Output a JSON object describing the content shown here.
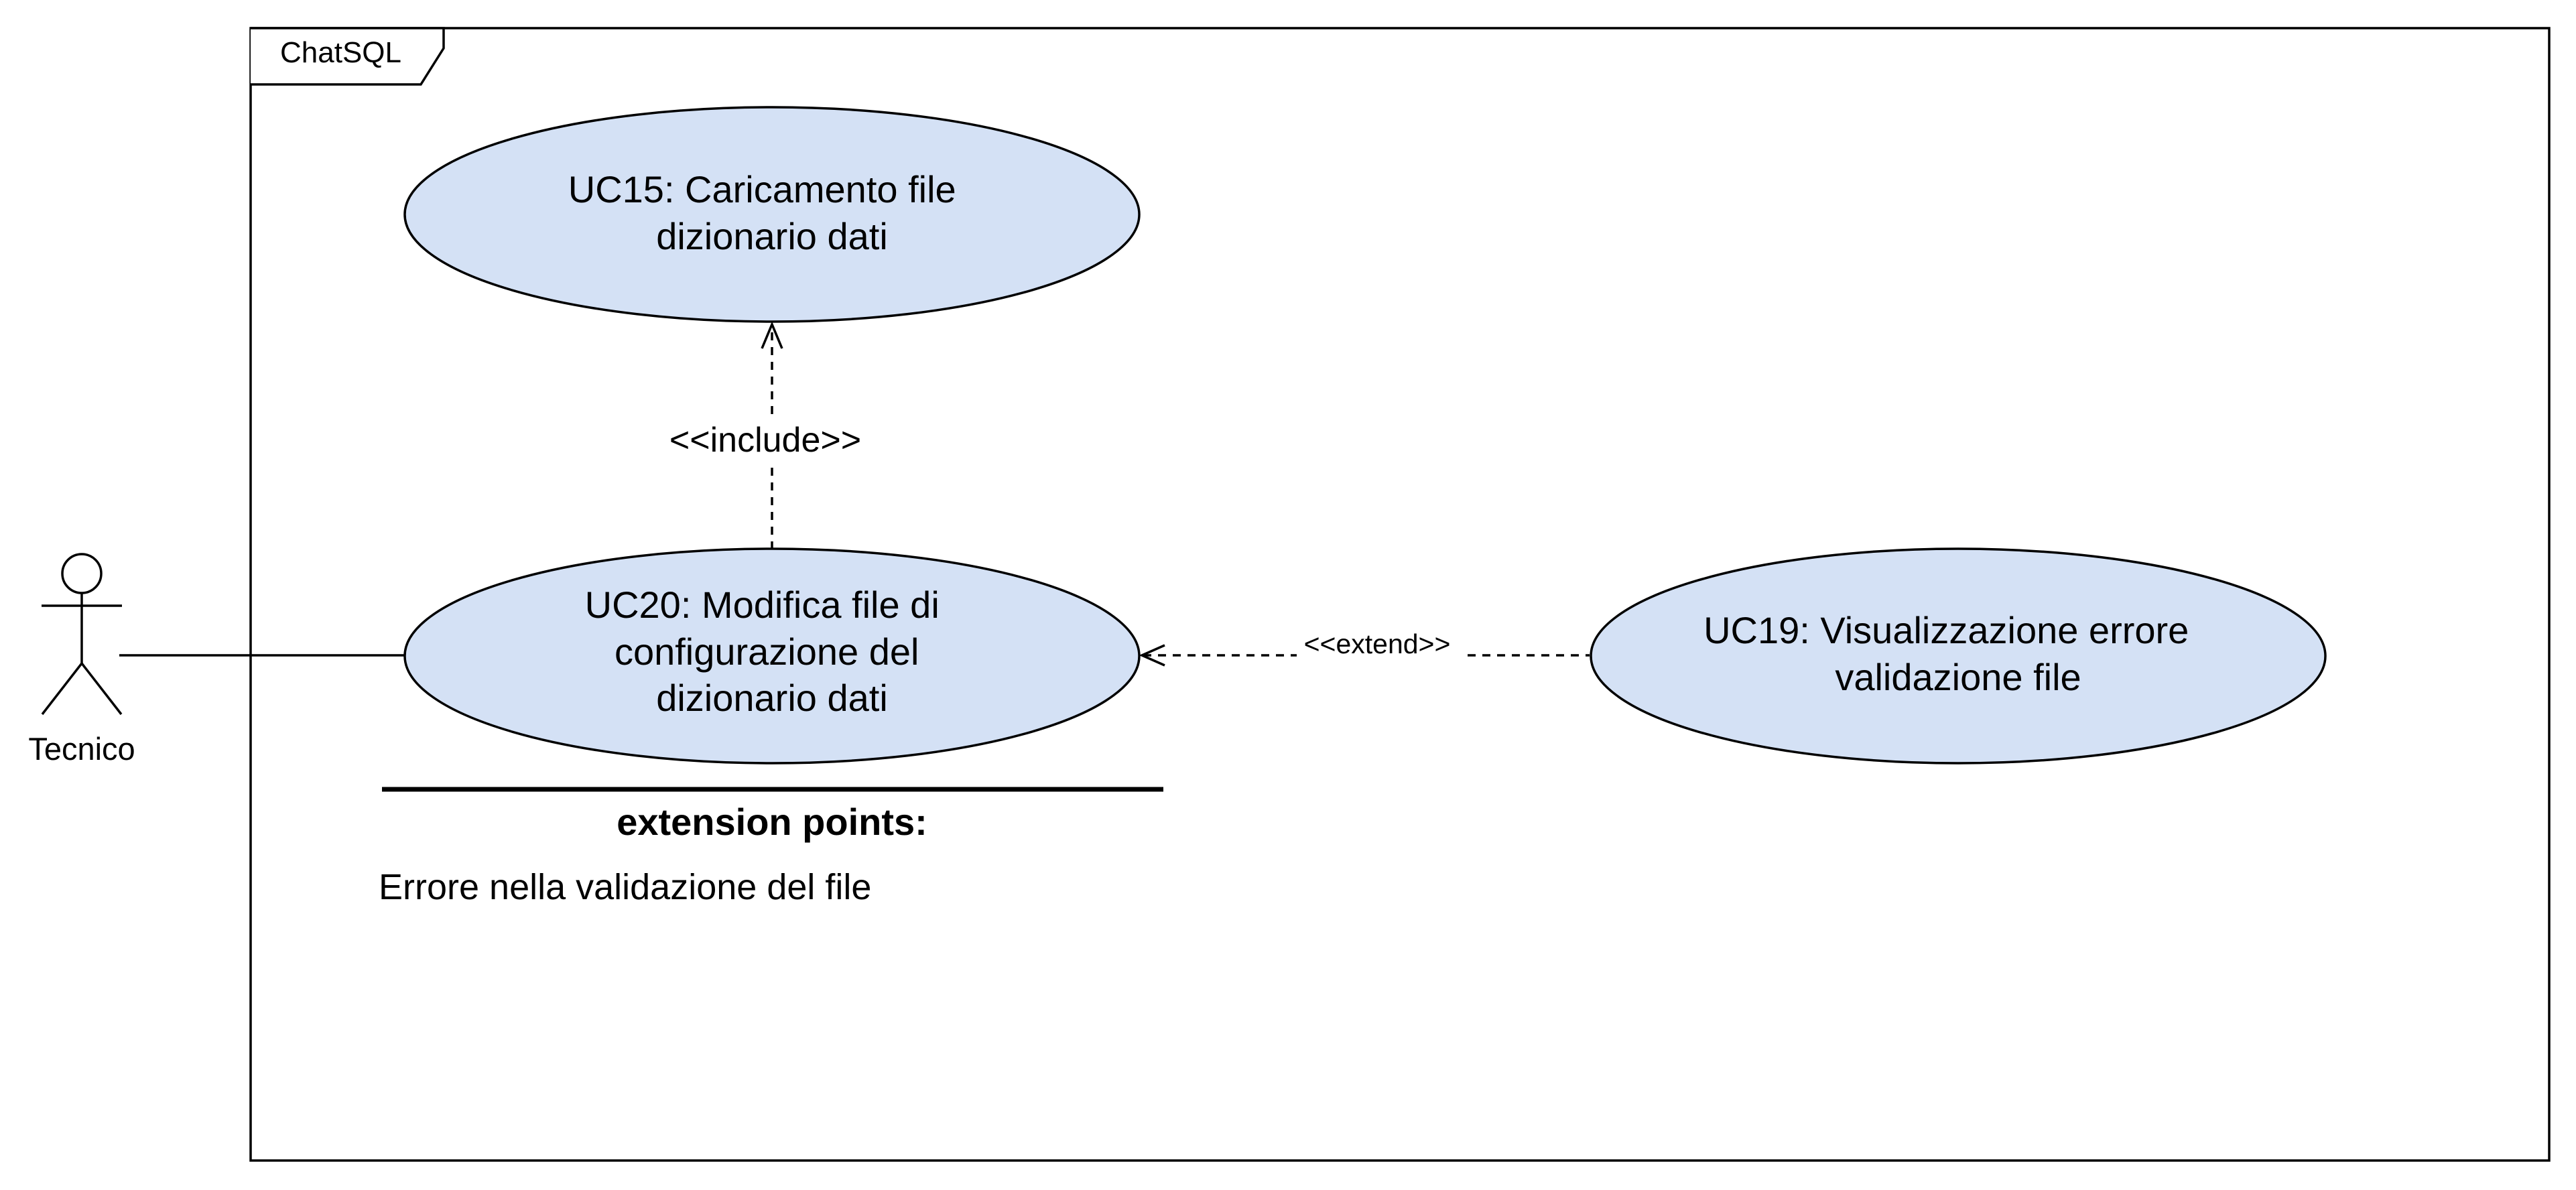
{
  "system": {
    "name": "ChatSQL"
  },
  "actors": [
    {
      "id": "tecnico",
      "label": "Tecnico"
    }
  ],
  "use_cases": [
    {
      "id": "uc15",
      "lines": [
        "UC15: Caricamento file",
        "dizionario dati"
      ]
    },
    {
      "id": "uc20",
      "lines": [
        "UC20: Modifica file di",
        "configurazione del",
        "dizionario dati"
      ]
    },
    {
      "id": "uc19",
      "lines": [
        "UC19: Visualizzazione errore",
        "validazione file"
      ]
    }
  ],
  "relationships": [
    {
      "type": "association",
      "from": "tecnico",
      "to": "uc20"
    },
    {
      "type": "include",
      "from": "uc20",
      "to": "uc15",
      "label": "<<include>>"
    },
    {
      "type": "extend",
      "from": "uc19",
      "to": "uc20",
      "label": "<<extend>>"
    }
  ],
  "extension_points": {
    "title": "extension points:",
    "items": [
      "Errore nella validazione del file"
    ]
  },
  "colors": {
    "use_case_fill": "#d4e1f5",
    "stroke": "#000000",
    "background": "#ffffff"
  }
}
